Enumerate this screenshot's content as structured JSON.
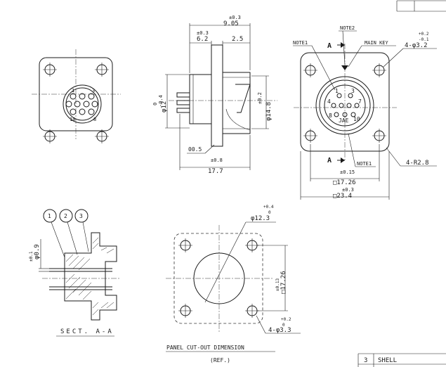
{
  "top_view": {
    "dim_overall_tol": "±0.3",
    "dim_overall": "9.05",
    "dim_flange_tol": "±0.3",
    "dim_flange": "6.2",
    "dim_step": "2.5",
    "dim_dia12_tol_top": "0",
    "dim_dia12_tol_bot": "-0.4",
    "dim_dia12": "φ12",
    "dim_dia148_tol": "±0.2",
    "dim_dia148": "φ14.8",
    "dim_thick": "00.5",
    "dim_len_tol": "±0.8",
    "dim_len": "17.7"
  },
  "front_view": {
    "note1_top": "NOTE1",
    "note2": "NOTE2",
    "main_key": "MAIN KEY",
    "section_a_top": "A",
    "section_a_bot": "A",
    "note1_bot": "NOTE1",
    "holes_tol_top": "+0.2",
    "holes_tol_bot": "-0.1",
    "holes": "4-φ3.2",
    "radius": "4-R2.8",
    "pitch_tol": "±0.15",
    "pitch": "□17.26",
    "flange_tol": "±0.3",
    "flange": "□23.4",
    "pin_labels": [
      "1",
      "3",
      "4",
      "7",
      "8",
      "10"
    ],
    "brand_mark": "JAE"
  },
  "left_view": {
    "pin_labels": [
      "1",
      "3",
      "10",
      "8"
    ]
  },
  "section": {
    "callouts": [
      "1",
      "2",
      "3"
    ],
    "dim_tol": "±0.1",
    "dim": "φ0.9",
    "title": "SECT. A-A"
  },
  "panel": {
    "dia_tol_top": "+0.4",
    "dia_tol_bot": "0",
    "dia": "φ12.3",
    "pitch_tol": "±0.13",
    "pitch": "□17.26",
    "holes_tol_top": "+0.2",
    "holes_tol_bot": "0",
    "holes": "4-φ3.3",
    "title": "PANEL CUT-OUT DIMENSION",
    "ref": "(REF.)"
  },
  "parts_table": {
    "row_no": "3",
    "row_name": "SHELL"
  }
}
